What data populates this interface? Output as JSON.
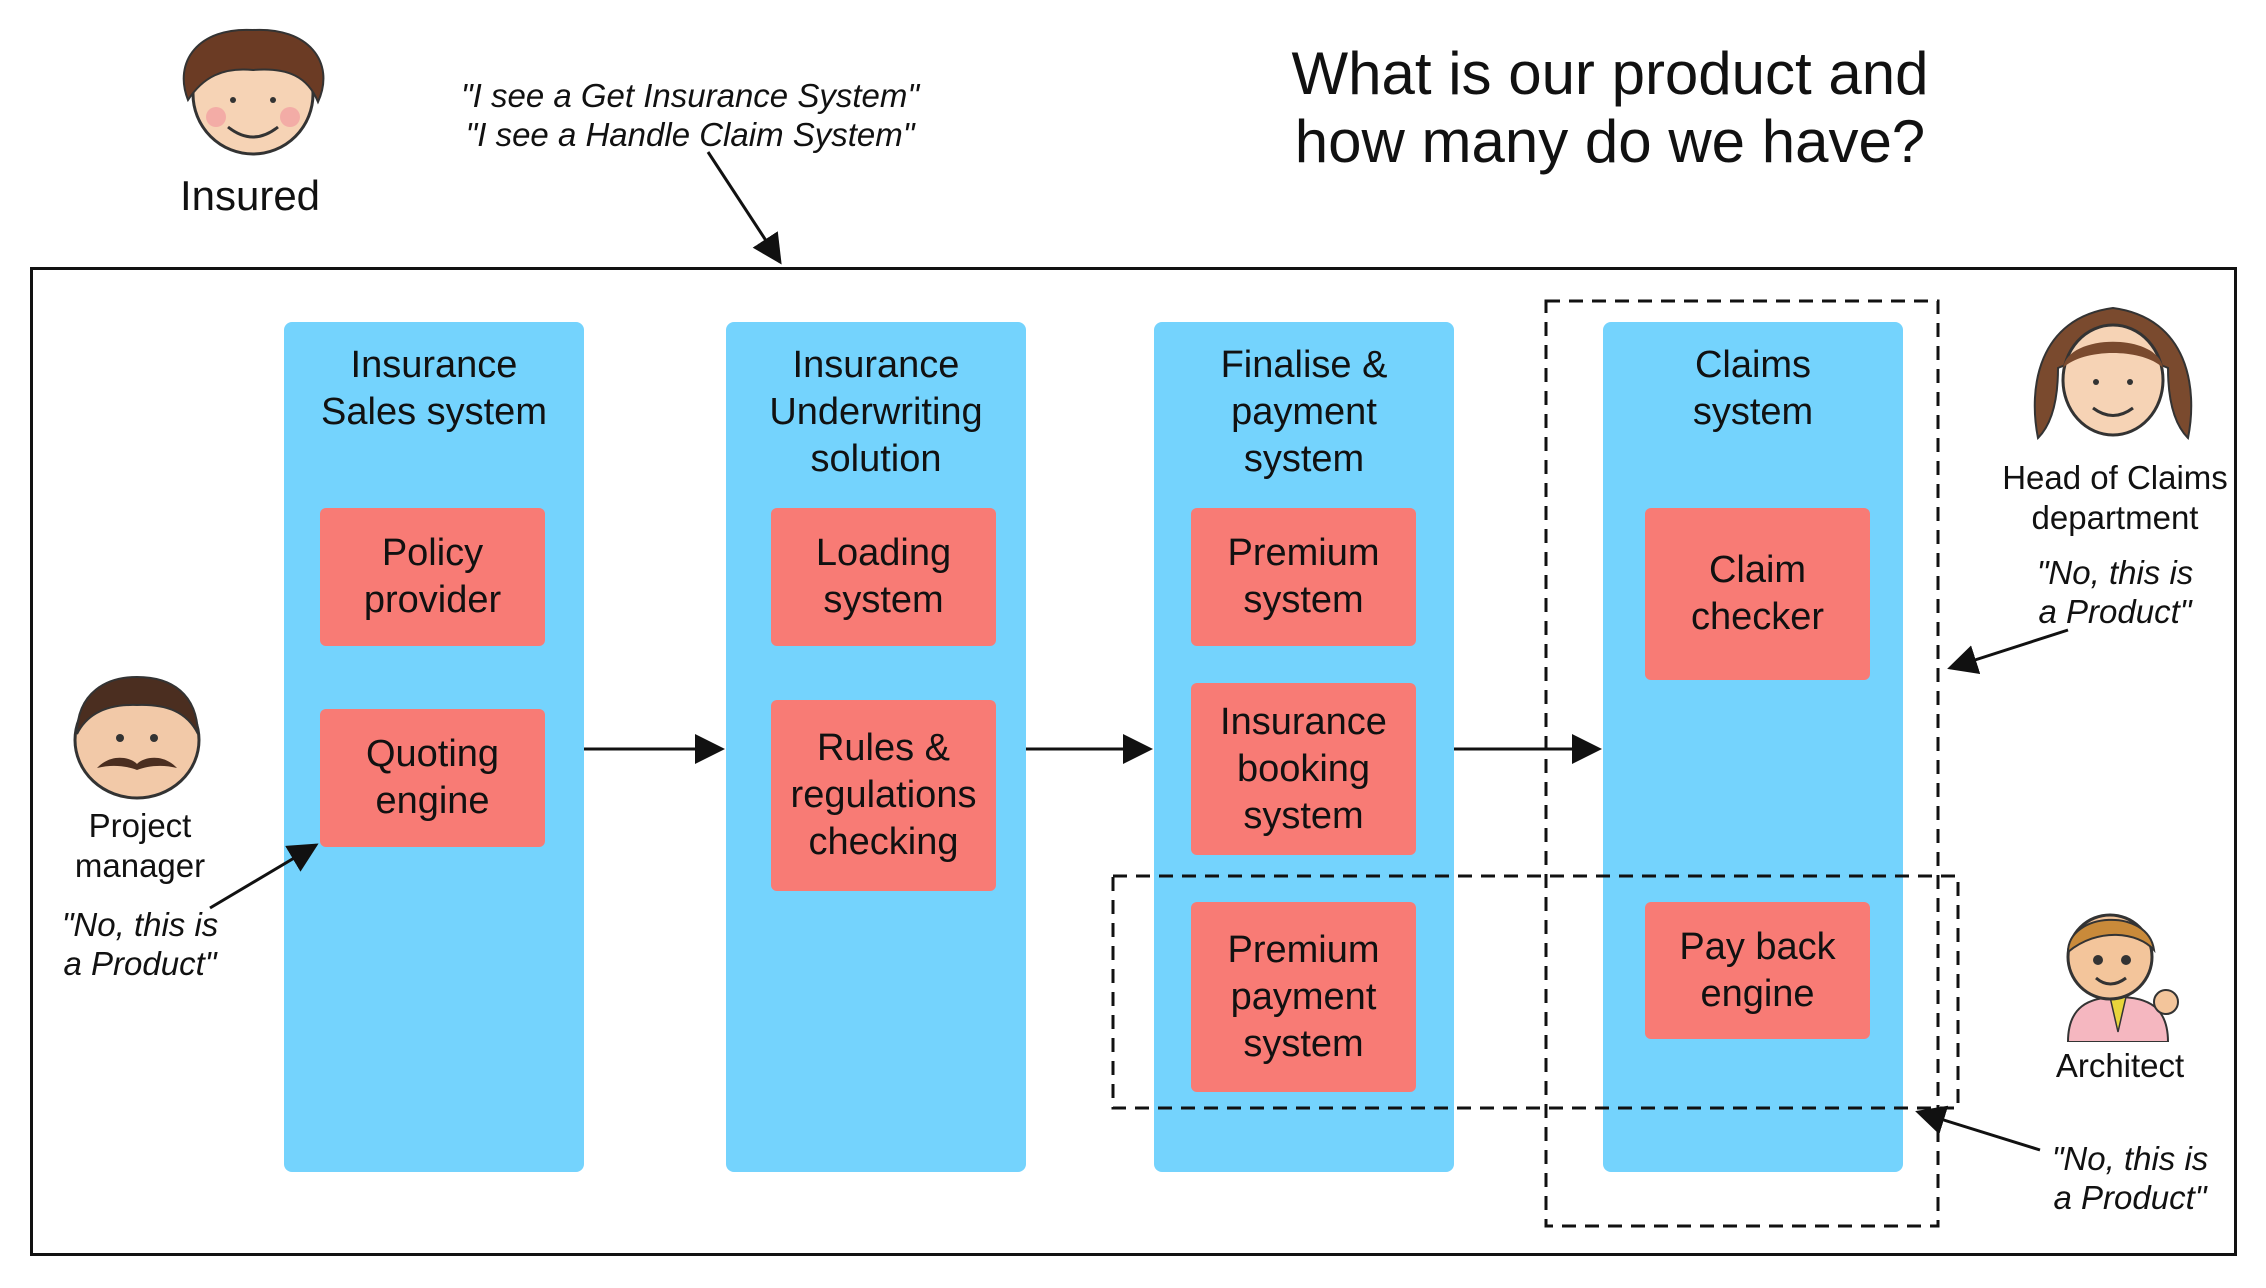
{
  "title": {
    "line1": "What is our product and",
    "line2": "how many do we have?"
  },
  "insured": {
    "label": "Insured"
  },
  "insured_quote": {
    "line1": "\"I see a Get Insurance System\"",
    "line2": "\"I see a Handle Claim System\""
  },
  "project_manager": {
    "label_line1": "Project",
    "label_line2": "manager",
    "quote_line1": "\"No, this is",
    "quote_line2": "a Product\""
  },
  "head_of_claims": {
    "label_line1": "Head of Claims",
    "label_line2": "department",
    "quote_line1": "\"No, this is",
    "quote_line2": "a Product\""
  },
  "architect": {
    "label": "Architect",
    "quote_line1": "\"No, this is",
    "quote_line2": "a Product\""
  },
  "columns": [
    {
      "title": [
        "Insurance",
        "Sales system"
      ],
      "boxes": [
        [
          "Policy",
          "provider"
        ],
        [
          "Quoting",
          "engine"
        ]
      ]
    },
    {
      "title": [
        "Insurance",
        "Underwriting",
        "solution"
      ],
      "boxes": [
        [
          "Loading",
          "system"
        ],
        [
          "Rules &",
          "regulations",
          "checking"
        ]
      ]
    },
    {
      "title": [
        "Finalise &",
        "payment",
        "system"
      ],
      "boxes": [
        [
          "Premium",
          "system"
        ],
        [
          "Insurance",
          "booking",
          "system"
        ],
        [
          "Premium",
          "payment",
          "system"
        ]
      ]
    },
    {
      "title": [
        "Claims",
        "system"
      ],
      "boxes": [
        [
          "Claim",
          "checker"
        ],
        [
          "Pay back",
          "engine"
        ]
      ]
    }
  ],
  "colors": {
    "column": "#74d3fd",
    "box": "#f87b75",
    "line": "#111111"
  }
}
